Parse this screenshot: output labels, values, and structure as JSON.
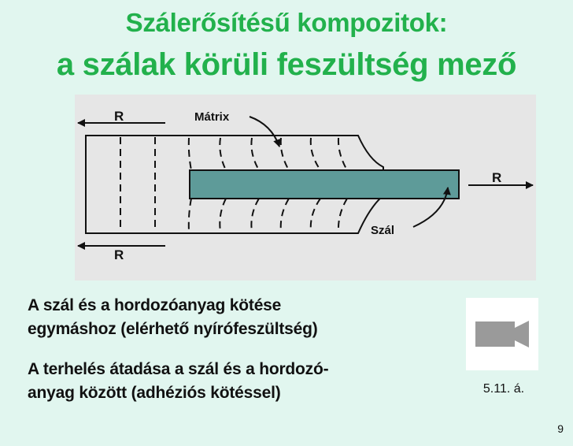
{
  "title": {
    "line1": "Szálerősítésű kompozitok:",
    "line2": "a szálak körüli feszültség mező"
  },
  "figure": {
    "label_r_top": "R",
    "label_r_bottom": "R",
    "label_r_right": "R",
    "label_matrix": "Mátrix",
    "label_fiber": "Szál",
    "fiber_color": "#5e9b99"
  },
  "bullets": [
    {
      "line1": "A szál és a hordozóanyag kötése",
      "line2": "egymáshoz (elérhető nyírófeszültség)"
    },
    {
      "line1": "A terhelés átadása a szál és a hordozó-",
      "line2": "anyag között (adhéziós kötéssel)"
    }
  ],
  "media": {
    "icon": "video-camera-icon",
    "caption": "5.11. á."
  },
  "page_number": "9"
}
